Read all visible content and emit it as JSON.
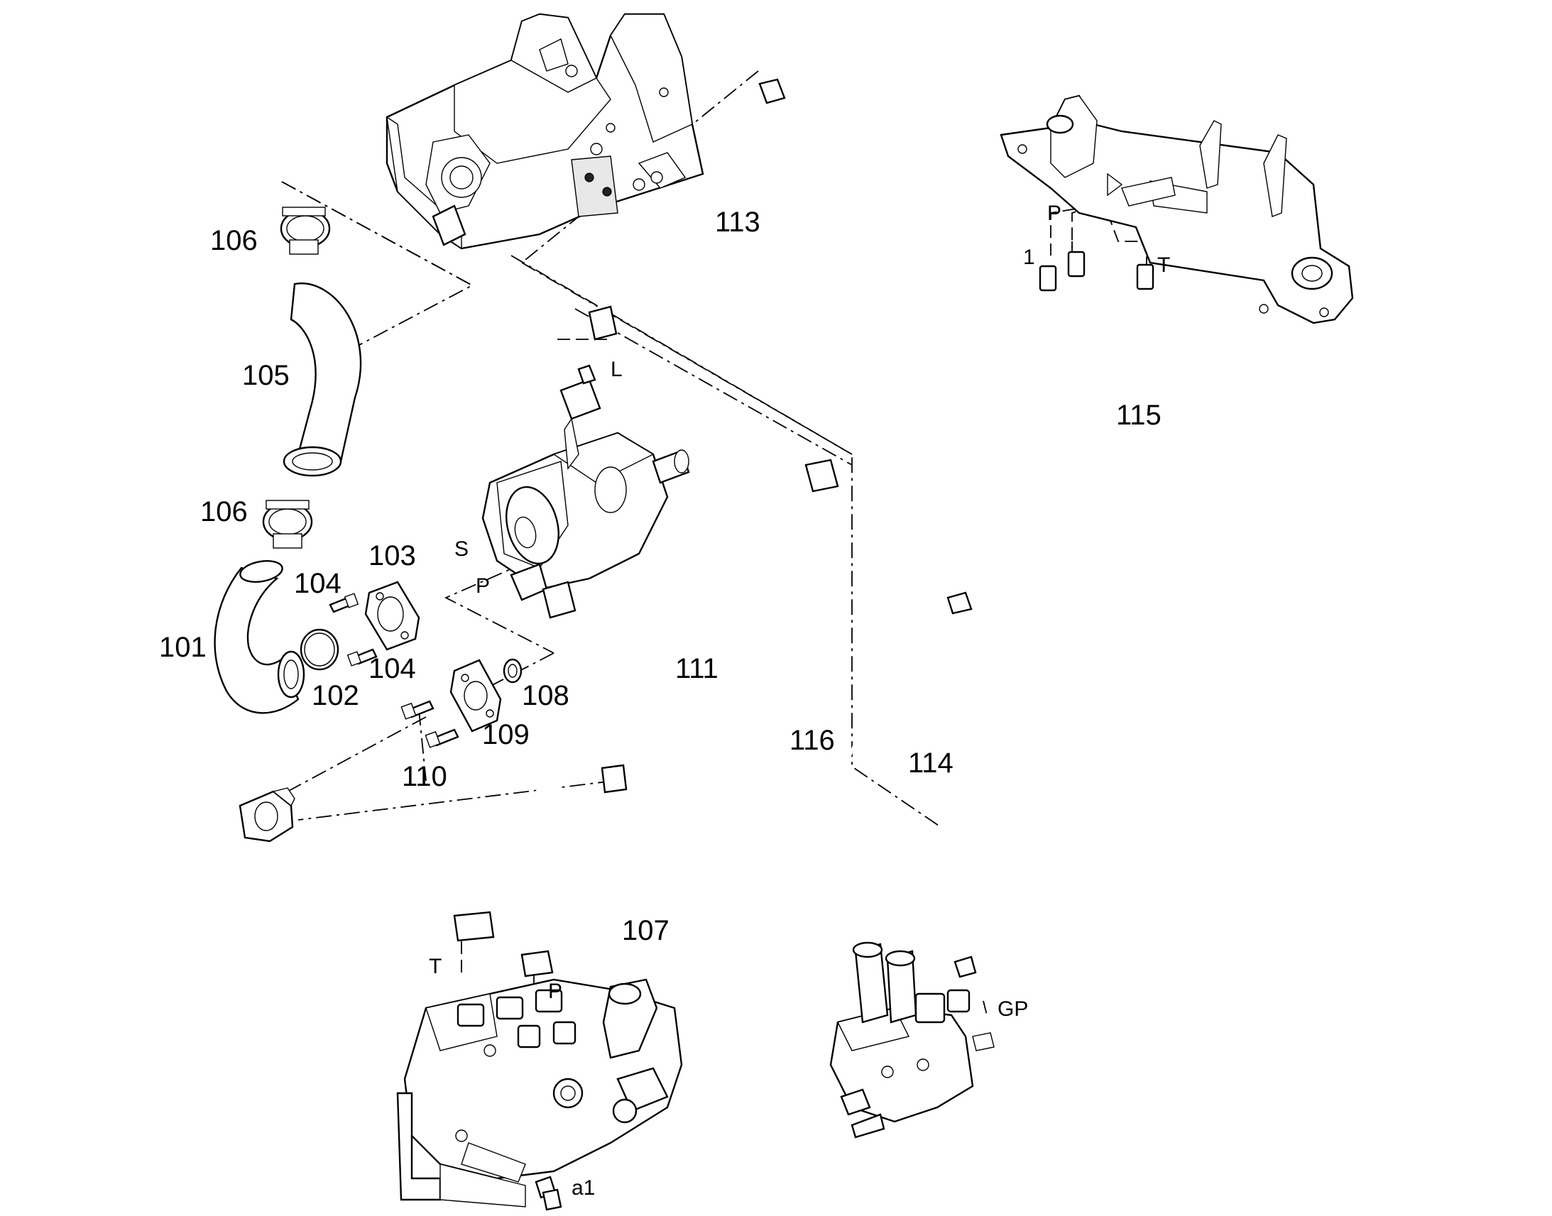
{
  "labels": {
    "l101": "101",
    "l102": "102",
    "l103": "103",
    "l104a": "104",
    "l104b": "104",
    "l105": "105",
    "l106a": "106",
    "l106b": "106",
    "l107": "107",
    "l108": "108",
    "l109": "109",
    "l110": "110",
    "l111": "111",
    "l113": "113",
    "l114": "114",
    "l115": "115",
    "l116": "116"
  },
  "ports": {
    "L": "L",
    "S": "S",
    "P_pump": "P",
    "T_valve": "T",
    "P_valve": "P",
    "a1": "a1",
    "GP": "GP",
    "P_axle": "P",
    "one_axle": "1",
    "T_axle": "T"
  }
}
